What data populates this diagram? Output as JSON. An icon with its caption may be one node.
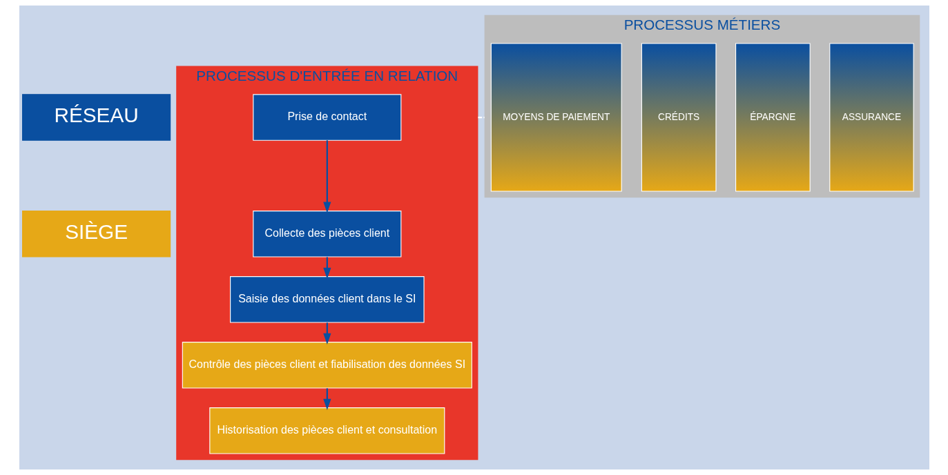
{
  "diagram": {
    "nodes": [
      {
        "text": [
          "RÉSEAU"
        ]
      },
      {
        "text": [
          "SIÈGE"
        ]
      },
      {
        "text": [
          "PROCESSUS D'ENTRÉE EN RELATION"
        ]
      },
      {
        "text": [
          "Prise de contact"
        ],
        "in": 2
      },
      {
        "text": [
          "Collecte des pièces client"
        ],
        "in": 2
      },
      {
        "text": [
          "Saisie des données client dans le SI"
        ],
        "in": 2
      },
      {
        "text": [
          "Contrôle des pièces client et fiabilisation des données SI"
        ],
        "in": 2
      },
      {
        "text": [
          "Historisation des pièces client et consultation"
        ],
        "in": 2
      },
      {
        "text": [
          "PROCESSUS MÉTIERS"
        ]
      },
      {
        "text": [
          "MOYENS DE PAIEMENT"
        ],
        "in": 8
      },
      {
        "text": [
          "CRÉDITS"
        ],
        "in": 8
      },
      {
        "text": [
          "ÉPARGNE"
        ],
        "in": 8
      },
      {
        "text": [
          "ASSURANCE"
        ],
        "in": 8
      }
    ],
    "edges": [
      {
        "from": 3,
        "to": 4,
        "arrow": "to"
      },
      {
        "from": 4,
        "to": 5,
        "arrow": "to"
      },
      {
        "from": 5,
        "to": 6,
        "arrow": "to"
      },
      {
        "from": 6,
        "to": 7,
        "arrow": "to"
      },
      {
        "from": 2,
        "to": 8,
        "arrow": "none",
        "style": "dashed",
        "color": "#ffffff"
      }
    ]
  }
}
